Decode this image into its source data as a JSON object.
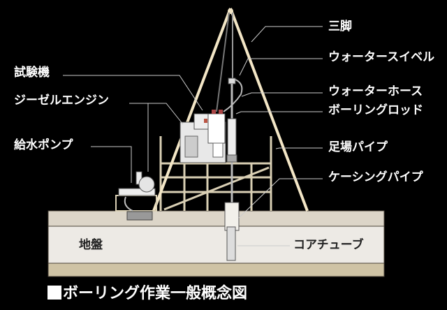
{
  "title": "ボーリング作業一般概念図",
  "labels": {
    "tripod": "三脚",
    "water_swivel": "ウォータースイベル",
    "water_hose": "ウォーターホース",
    "boring_rod": "ボーリングロッド",
    "scaffold_pipe": "足場パイプ",
    "casing_pipe": "ケーシングパイプ",
    "testing_machine": "試験機",
    "diesel_engine": "ジーゼルエンジン",
    "water_pump": "給水ポンプ",
    "ground": "地盤",
    "core_tube": "コアチューブ"
  },
  "colors": {
    "background": "#000000",
    "tripod": "#f3e6c6",
    "scaffold": "#d9cfb4",
    "ground_top": "#dcd5c8",
    "ground_mid": "#edeae5",
    "ground_bottom": "#cfc3a5",
    "leader": "#cccccc"
  }
}
